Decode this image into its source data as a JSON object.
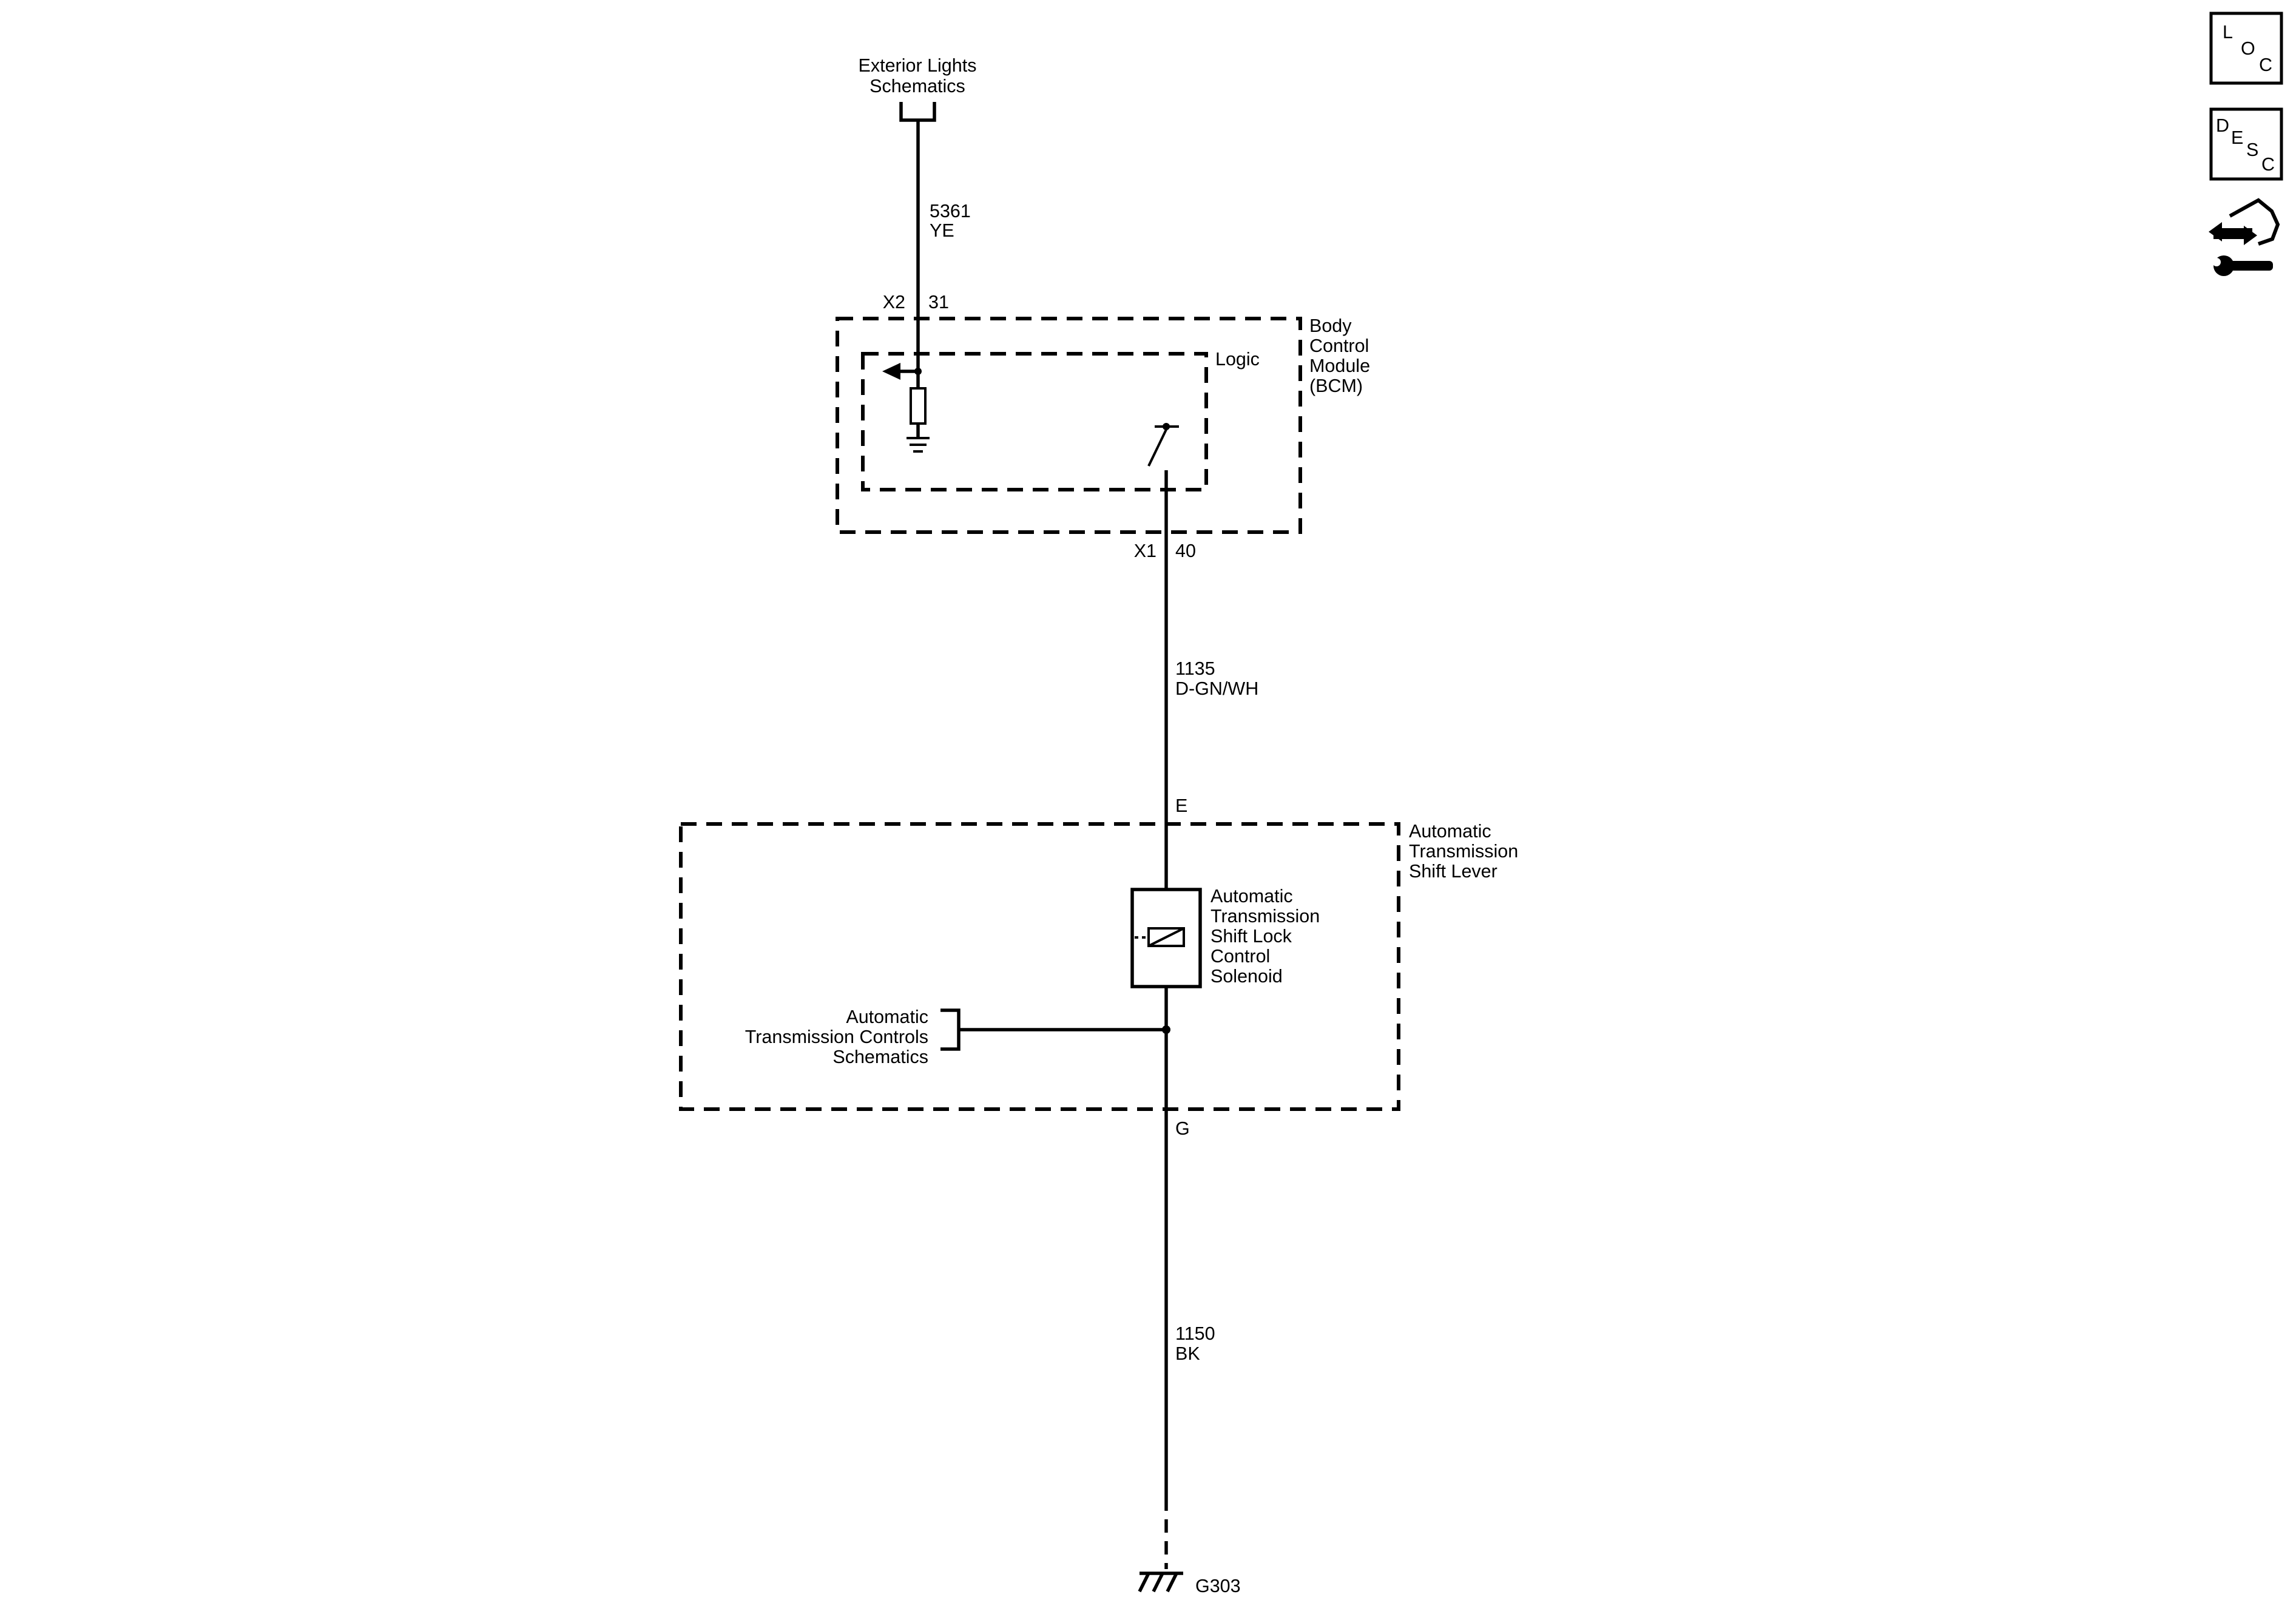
{
  "nav_icons": {
    "loc": [
      "L",
      "O",
      "C"
    ],
    "desc": [
      "D",
      "E",
      "S",
      "C"
    ],
    "connector": "connector-repair-icon"
  },
  "top_link": {
    "line1": "Exterior Lights",
    "line2": "Schematics"
  },
  "wire_5361": {
    "circuit": "5361",
    "color": "YE"
  },
  "bcm": {
    "connector_top": "X2",
    "pin_top": "31",
    "label_lines": [
      "Body",
      "Control",
      "Module",
      "(BCM)"
    ],
    "logic_label": "Logic",
    "connector_bottom": "X1",
    "pin_bottom": "40"
  },
  "wire_1135": {
    "circuit": "1135",
    "color": "D-GN/WH"
  },
  "shift_lever": {
    "pin_top": "E",
    "label_lines": [
      "Automatic",
      "Transmission",
      "Shift Lever"
    ],
    "solenoid_lines": [
      "Automatic",
      "Transmission",
      "Shift Lock",
      "Control",
      "Solenoid"
    ],
    "link_lines": [
      "Automatic",
      "Transmission Controls",
      "Schematics"
    ],
    "pin_bottom": "G"
  },
  "wire_1150": {
    "circuit": "1150",
    "color": "BK"
  },
  "ground": {
    "label": "G303"
  }
}
